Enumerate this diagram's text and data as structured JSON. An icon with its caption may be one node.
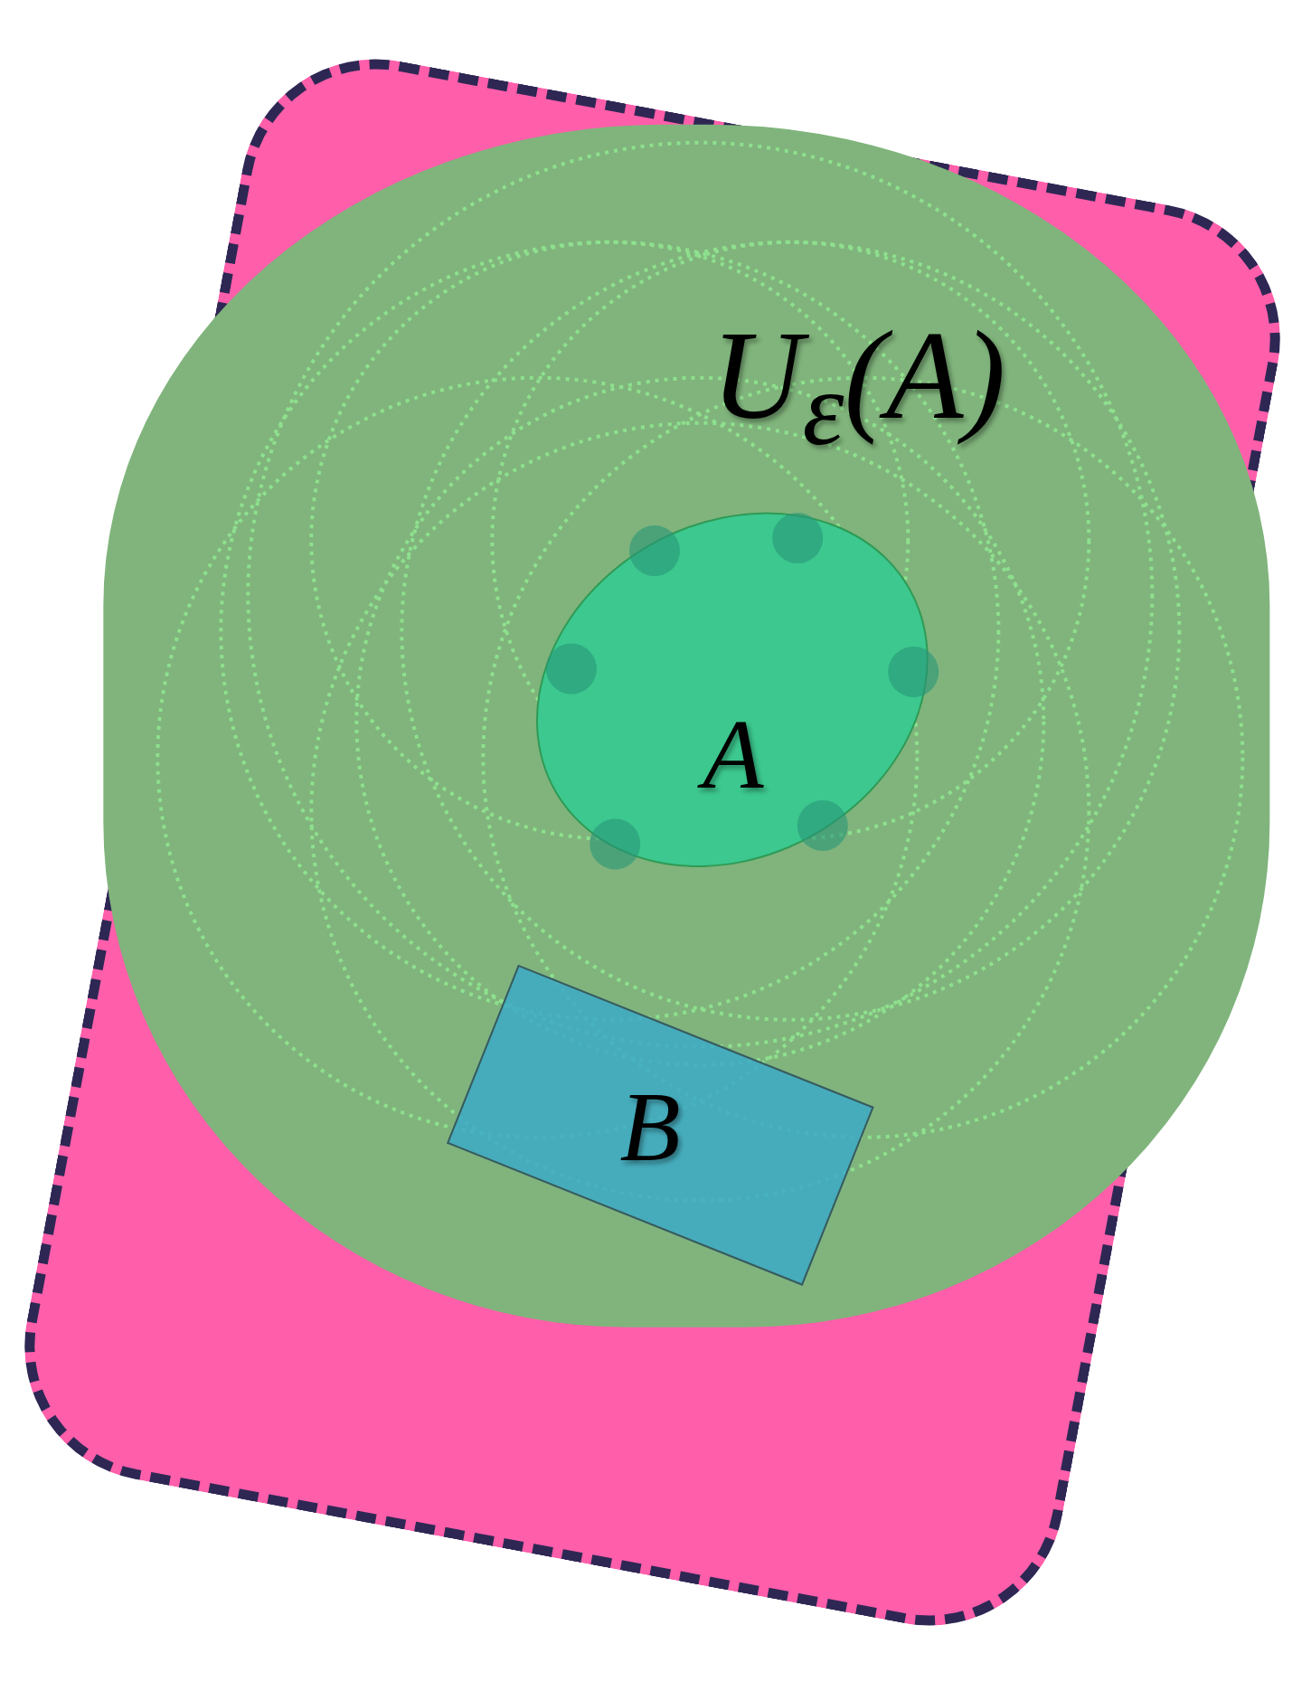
{
  "diagram": {
    "nodes": [
      {
        "text": [],
        "shape": "box"
      },
      {
        "text": [
          "U$_{ε}$(A)"
        ],
        "in": 0
      },
      {
        "text": [
          "A"
        ],
        "in": 1
      },
      {
        "text": [
          "B"
        ],
        "in": 1
      }
    ]
  }
}
